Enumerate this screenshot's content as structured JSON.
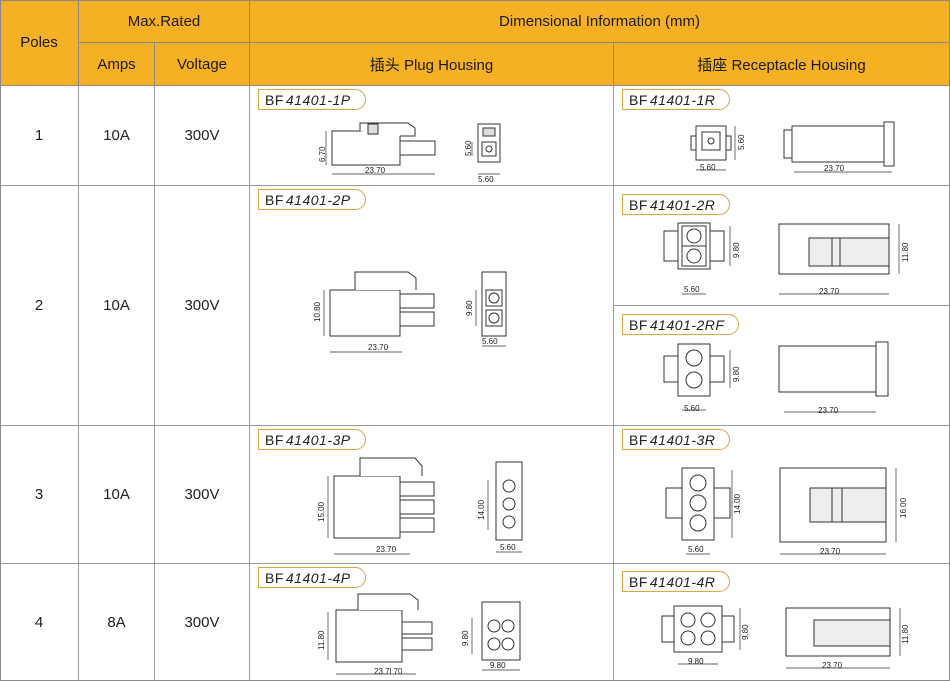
{
  "header": {
    "poles": "Poles",
    "max_rated": "Max.Rated",
    "amps": "Amps",
    "voltage": "Voltage",
    "dimensional": "Dimensional Information  (mm)",
    "plug": "插头 Plug Housing",
    "receptacle": "插座 Receptacle Housing"
  },
  "rows": [
    {
      "poles": "1",
      "amps": "10A",
      "voltage": "300V",
      "plug": {
        "bf": "BF",
        "pn": "41401-1P",
        "dims": [
          "6.70",
          "23.70",
          "5.60",
          "5.60"
        ]
      },
      "receptacle": [
        {
          "bf": "BF",
          "pn": "41401-1R",
          "dims": [
            "5.60",
            "5.60",
            "23.70"
          ]
        }
      ]
    },
    {
      "poles": "2",
      "amps": "10A",
      "voltage": "300V",
      "plug": {
        "bf": "BF",
        "pn": "41401-2P",
        "dims": [
          "10.80",
          "23.70",
          "9.80",
          "5.60"
        ]
      },
      "receptacle": [
        {
          "bf": "BF",
          "pn": "41401-2R",
          "dims": [
            "9.80",
            "5.60",
            "11.80",
            "23.70"
          ]
        },
        {
          "bf": "BF",
          "pn": "41401-2RF",
          "dims": [
            "9.80",
            "5.60",
            "23.70"
          ]
        }
      ]
    },
    {
      "poles": "3",
      "amps": "10A",
      "voltage": "300V",
      "plug": {
        "bf": "BF",
        "pn": "41401-3P",
        "dims": [
          "15.00",
          "23.70",
          "14.00",
          "5.60"
        ]
      },
      "receptacle": [
        {
          "bf": "BF",
          "pn": "41401-3R",
          "dims": [
            "14.00",
            "5.60",
            "16.00",
            "23.70"
          ]
        }
      ]
    },
    {
      "poles": "4",
      "amps": "8A",
      "voltage": "300V",
      "plug": {
        "bf": "BF",
        "pn": "41401-4P",
        "dims": [
          "11.80",
          "23.7l 70",
          "9.80",
          "9.80"
        ]
      },
      "receptacle": [
        {
          "bf": "BF",
          "pn": "41401-4R",
          "dims": [
            "9.80",
            "9.80",
            "11.80",
            "23.70"
          ]
        }
      ]
    }
  ]
}
